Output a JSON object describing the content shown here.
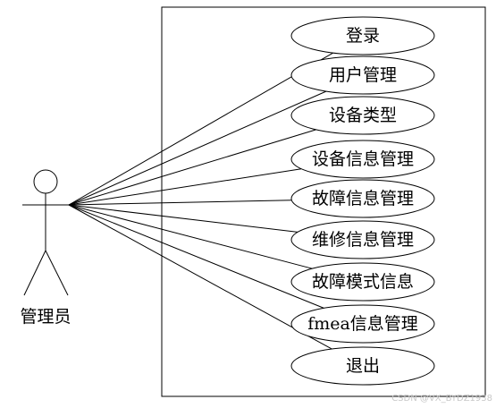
{
  "actor": {
    "label": "管理员"
  },
  "use_cases": [
    {
      "label": "登录"
    },
    {
      "label": "用户管理"
    },
    {
      "label": "设备类型"
    },
    {
      "label": "设备信息管理"
    },
    {
      "label": "故障信息管理"
    },
    {
      "label": "维修信息管理"
    },
    {
      "label": "故障模式信息"
    },
    {
      "label": "fmea信息管理"
    },
    {
      "label": "退出"
    }
  ],
  "watermark": "CSDN @VX_BYDZ1938",
  "colors": {
    "stroke": "#000000",
    "background": "#ffffff",
    "watermark": "#c8c8c8"
  }
}
